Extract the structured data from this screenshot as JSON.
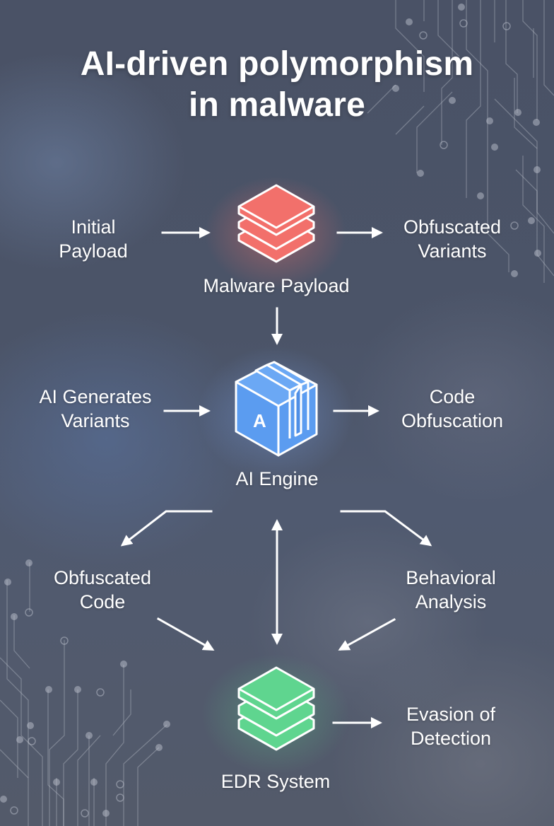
{
  "title": {
    "line1": "AI-driven polymorphism",
    "line2": "in malware"
  },
  "colors": {
    "payload_accent": "#f2706b",
    "engine_accent": "#5b9cf0",
    "edr_accent": "#5fd58f",
    "arrow": "#ffffff",
    "background": "#4b5468"
  },
  "nodes": {
    "malware_payload": {
      "label": "Malware Payload",
      "icon": "stacked-layers-icon"
    },
    "ai_engine": {
      "label": "AI Engine",
      "icon": "ai-box-icon",
      "glyph": "A"
    },
    "edr_system": {
      "label": "EDR System",
      "icon": "stacked-layers-icon"
    }
  },
  "labels": {
    "initial_payload": [
      "Initial",
      "Payload"
    ],
    "obfuscated_variants": [
      "Obfuscated",
      "Variants"
    ],
    "ai_generates_variants": [
      "AI Generates",
      "Variants"
    ],
    "code_obfuscation": [
      "Code",
      "Obfuscation"
    ],
    "obfuscated_code": [
      "Obfuscated",
      "Code"
    ],
    "behavioral_analysis": [
      "Behavioral",
      "Analysis"
    ],
    "evasion_of_detection": [
      "Evasion of",
      "Detection"
    ]
  },
  "edges": [
    {
      "from": "Initial Payload",
      "to": "Malware Payload",
      "type": "arrow"
    },
    {
      "from": "Malware Payload",
      "to": "Obfuscated Variants",
      "type": "arrow"
    },
    {
      "from": "Malware Payload",
      "to": "AI Engine",
      "type": "arrow"
    },
    {
      "from": "AI Generates Variants",
      "to": "AI Engine",
      "type": "arrow"
    },
    {
      "from": "AI Engine",
      "to": "Code Obfuscation",
      "type": "arrow"
    },
    {
      "from": "AI Engine",
      "to": "Obfuscated Code",
      "type": "arrow"
    },
    {
      "from": "AI Engine",
      "to": "Behavioral Analysis",
      "type": "arrow"
    },
    {
      "from": "AI Engine",
      "to": "EDR System",
      "type": "bidirectional"
    },
    {
      "from": "Obfuscated Code",
      "to": "EDR System",
      "type": "arrow"
    },
    {
      "from": "Behavioral Analysis",
      "to": "EDR System",
      "type": "arrow"
    },
    {
      "from": "EDR System",
      "to": "Evasion of Detection",
      "type": "arrow"
    }
  ]
}
